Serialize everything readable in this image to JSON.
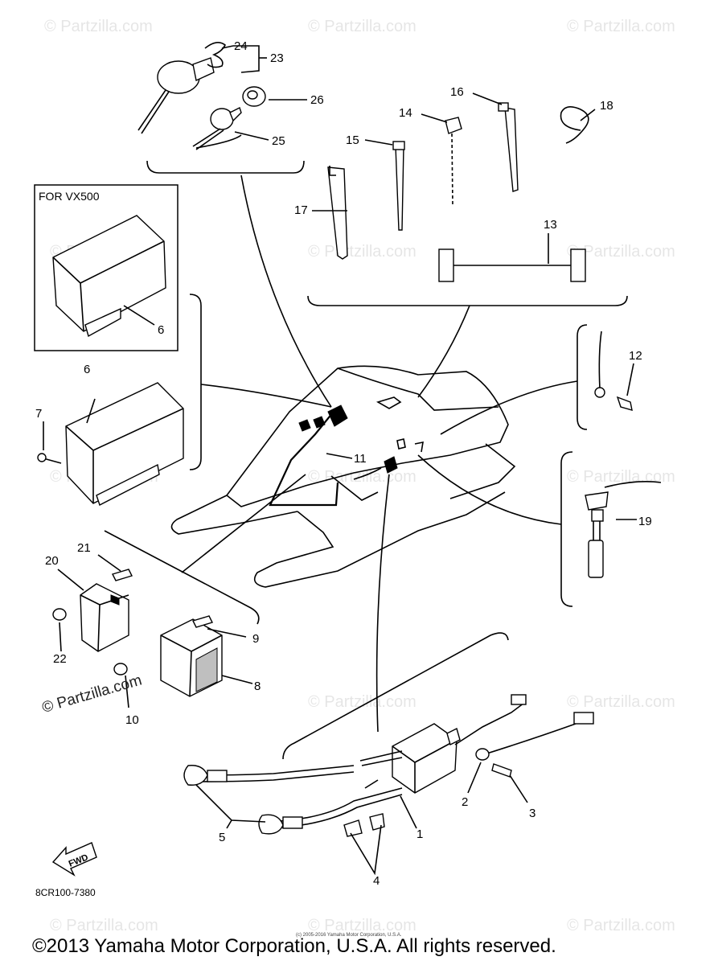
{
  "box_label": "FOR VX500",
  "callouts": {
    "n1": "1",
    "n2": "2",
    "n3": "3",
    "n4": "4",
    "n5": "5",
    "n6a": "6",
    "n6b": "6",
    "n7": "7",
    "n8": "8",
    "n9": "9",
    "n10": "10",
    "n11": "11",
    "n12": "12",
    "n13": "13",
    "n14": "14",
    "n15": "15",
    "n16": "16",
    "n17": "17",
    "n18": "18",
    "n19": "19",
    "n20": "20",
    "n21": "21",
    "n22": "22",
    "n23": "23",
    "n24": "24",
    "n25": "25",
    "n26": "26"
  },
  "fwd_label": "FWD",
  "part_code": "8CR100-7380",
  "watermark": "© Partzilla.com",
  "partzilla_logo": "© Partzilla.com",
  "tiny_copyright": "(c) 2005-2016 Yamaha Motor Corporation, U.S.A.",
  "copyright": "©2013 Yamaha Motor Corporation, U.S.A. All rights reserved."
}
